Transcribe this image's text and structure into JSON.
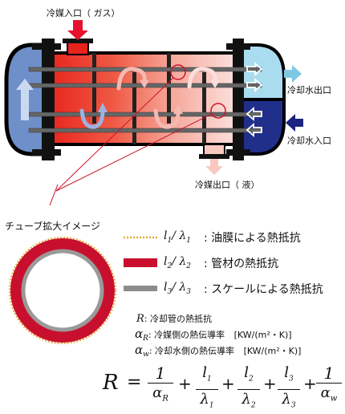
{
  "labels": {
    "refrigerant_in": "冷媒入口（ ガス）",
    "coolant_out": "冷却水出口",
    "coolant_in": "冷却水入口",
    "refrigerant_out": "冷媒出口（ 液）",
    "tube_image": "チューブ拡大イメージ"
  },
  "legend": [
    {
      "math_l": "l",
      "sub_l": "1",
      "math_lam": "λ",
      "sub_lam": "1",
      "colon": ": ",
      "text": "油膜による熱抵抗",
      "color": "#e8a93b",
      "style": "dotted"
    },
    {
      "math_l": "l",
      "sub_l": "2",
      "math_lam": "λ",
      "sub_lam": "2",
      "colon": ": ",
      "text": "管材の熱抵抗",
      "color": "#c8102e",
      "style": "solid"
    },
    {
      "math_l": "l",
      "sub_l": "3",
      "math_lam": "λ",
      "sub_lam": "3",
      "colon": ": ",
      "text": "スケールによる熱抵抗",
      "color": "#8c8c8c",
      "style": "solid"
    }
  ],
  "definitions": [
    {
      "sym": "R",
      "sub": "",
      "text": ": 冷却管の熱抵抗",
      "unit": ""
    },
    {
      "sym": "α",
      "sub": "R",
      "text": ": 冷媒側の熱伝導率",
      "unit": "[KW/(m²・K)]"
    },
    {
      "sym": "α",
      "sub": "w",
      "text": ": 冷却水側の熱伝導率",
      "unit": "[KW/(m²・K)]"
    }
  ],
  "formula": {
    "lhs": "R",
    "eq": "=",
    "plus": "+",
    "one": "1",
    "alpha": "α",
    "alpha_R_sub": "R",
    "alpha_w_sub": "w",
    "l": "l",
    "lambda": "λ",
    "sub1": "1",
    "sub2": "2",
    "sub3": "3"
  },
  "colors": {
    "inlet_arrow": "#e8112d",
    "coolant_inlet_arrow": "#1a237e",
    "coolant_outlet_arrow": "#7ec8e3",
    "outlet_arrow": "#f8c8c0",
    "leader_line": "#d0112b"
  }
}
